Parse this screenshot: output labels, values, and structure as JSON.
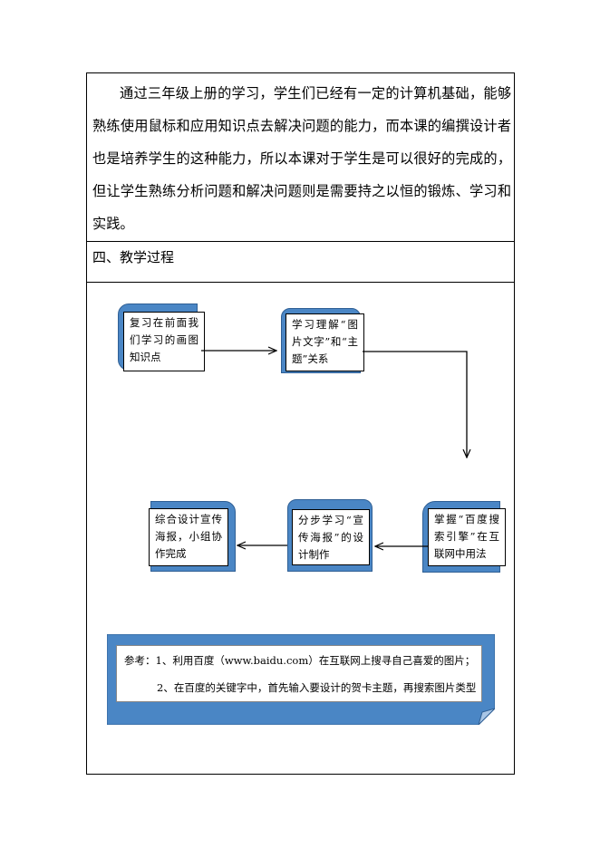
{
  "intro_paragraph": "通过三年级上册的学习，学生们已经有一定的计算机基础，能够熟练使用鼠标和应用知识点去解决问题的能力，而本课的编撰设计者也是培养学生的这种能力，所以本课对于学生是可以很好的完成的，但让学生熟练分析问题和解决问题则是需要持之以恒的锻炼、学习和实践。",
  "section_title": "四、教学过程",
  "flow": {
    "step1": "复习在前面我们学习的画图知识点",
    "step2": "学习理解“图片文字”和“主题”关系",
    "step3": "掌握“百度搜索引擎”在互联网中用法",
    "step4": "分步学习“宣传海报”的设计制作",
    "step5": "综合设计宣传海报，小组协作完成"
  },
  "reference": {
    "line1": "参考：1、利用百度（www.baidu.com）在互联网上搜寻自己喜爱的图片；",
    "line2": "2、在百度的关键字中，首先输入要设计的贺卡主题，再搜索图片类型"
  },
  "colors": {
    "box_shadow": "#4a86c5",
    "reference_bg": "#4a86c5"
  }
}
